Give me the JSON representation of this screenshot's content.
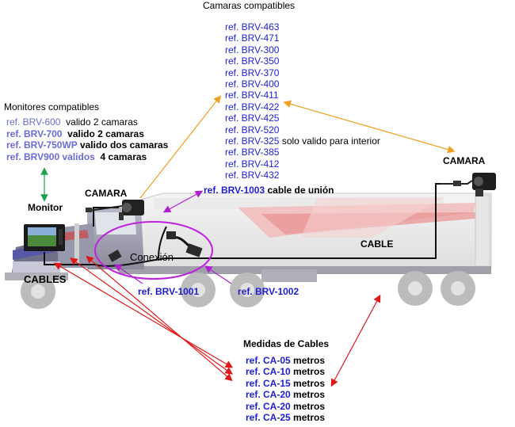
{
  "cameras": {
    "title": "Camaras compatibles",
    "refs": [
      "ref. BRV-463",
      "ref. BRV-471",
      "ref. BRV-300",
      "ref. BRV-350",
      "ref. BRV-370",
      "ref. BRV-400",
      "ref. BRV-411",
      "ref. BRV-422",
      "ref. BRV-425",
      "ref. BRV-520",
      "ref. BRV-325",
      "ref. BRV-385",
      "ref. BRV-412",
      "ref. BRV-432"
    ],
    "note_325": "solo valido para interior"
  },
  "monitors": {
    "title": "Monitores compatibles",
    "items": [
      {
        "ref": "ref. BRV-600",
        "desc": "valido 2 camaras"
      },
      {
        "ref": "ref. BRV-700",
        "desc": "valido 2 camaras"
      },
      {
        "ref": "ref. BRV-750WP",
        "desc": "valido dos camaras"
      },
      {
        "ref": "ref. BRV900 validos",
        "desc": "4 camaras"
      }
    ]
  },
  "labels": {
    "monitor": "Monitor",
    "camara_front": "CAMARA",
    "camara_rear": "CAMARA",
    "cables": "CABLES",
    "cable": "CABLE",
    "conexion": "Conexión"
  },
  "union": {
    "ref": "ref. BRV-1003",
    "desc": "cable de unión"
  },
  "adapters": {
    "left": "ref. BRV-1001",
    "right": "ref. BRV-1002"
  },
  "cable_sizes": {
    "title": "Medidas de Cables",
    "items": [
      {
        "ref": "ref. CA-05",
        "unit": "metros"
      },
      {
        "ref": "ref. CA-10",
        "unit": "metros"
      },
      {
        "ref": "ref. CA-15",
        "unit": "metros"
      },
      {
        "ref": "ref. CA-20",
        "unit": "metros"
      },
      {
        "ref": "ref. CA-20",
        "unit": "metros"
      },
      {
        "ref": "ref. CA-25",
        "unit": "metros"
      }
    ]
  },
  "colors": {
    "ref_blue": "#1e1ed2",
    "arrow_orange": "#f0a020",
    "arrow_green": "#1aa050",
    "arrow_purple": "#b020d0",
    "arrow_red": "#e01818",
    "ellipse": "#c020e0"
  }
}
